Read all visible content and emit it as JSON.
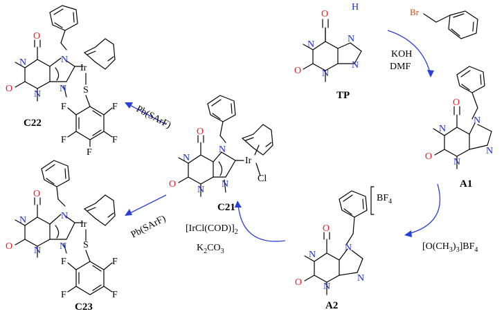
{
  "compounds": {
    "TP": "TP",
    "A1": "A1",
    "A2": "A2",
    "C21": "C21",
    "C22": "C22",
    "C23": "C23"
  },
  "reagents": {
    "step1_line1": "KOH",
    "step1_line2": "DMF",
    "step2": "[O(CH3)3]BF4",
    "step2_main": "[O(CH",
    "step2_s1": "3",
    "step2_mid": ")",
    "step2_s2": "3",
    "step2_end": "]BF",
    "step2_s3": "4",
    "step3_line1_main": "[IrCl(COD)]",
    "step3_line1_sub": "2",
    "step3_line2_main": "K",
    "step3_line2_s1": "2",
    "step3_line2_mid": "CO",
    "step3_line2_s2": "3",
    "step4": "Pb(SArF)",
    "step5": "Pb(SArF)"
  },
  "counterion": {
    "main": "BF",
    "sub": "4"
  },
  "atoms": {
    "O": "O",
    "N": "N",
    "NH": "H",
    "Br": "Br",
    "Ir": "Ir",
    "Cl": "Cl",
    "S": "S",
    "F": "F"
  }
}
